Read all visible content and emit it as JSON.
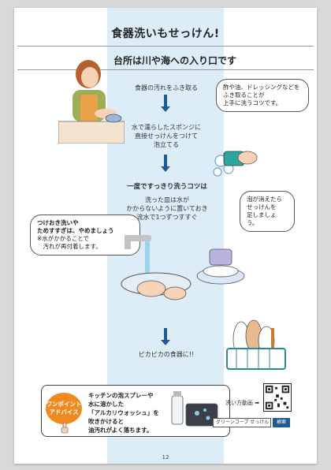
{
  "page": {
    "title": "食器洗いもせっけん!",
    "subtitle": "台所は川や海への入り口です",
    "page_number": "12"
  },
  "steps": [
    {
      "text": "食器の汚れをふき取る"
    },
    {
      "text": "水で濡らしたスポンジに\n直接せっけんをつけて\n泡立てる"
    },
    {
      "heading": "一度ですっきり洗うコツは",
      "text": "洗った皿は水が\nかからないように置いておき\n流水で1つずつすすぐ"
    },
    {
      "text": "ピカピカの食器に!!"
    }
  ],
  "bubbles": {
    "tip_wipe": "酢や油、ドレッシングなどを\nふき取ることが\n上手に洗うコツです。",
    "foam": "泡が消えたら\nせっけんを\n足しましょう。",
    "soak_main": "つけおき洗いや\nためすすぎは、やめましょう",
    "soak_note": "※水がかかることで\n　汚れが再付着します。"
  },
  "advice": {
    "badge": "ワンポイント\nアドバイス",
    "text": "キッチンの泡スプレーや\n水に溶かした\n「アルカリウォッシュ」を\n吹きかけると\n油汚れがよく落ちます。"
  },
  "video": {
    "label": "洗い方動画",
    "search_text": "グリーンコープ せっけん",
    "search_button": "検索"
  },
  "colors": {
    "accent": "#1f5b93",
    "band": "#dcedf8",
    "badge": "#f08a1f"
  }
}
